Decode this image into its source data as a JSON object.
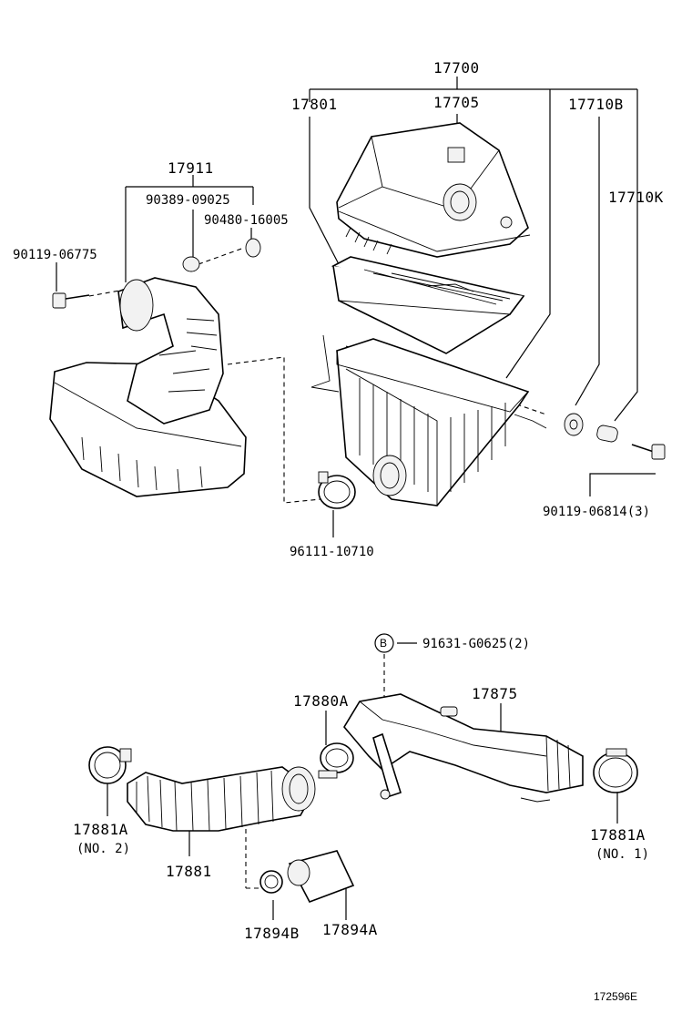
{
  "diagram_id": "172596E",
  "parts": {
    "p17700": "17700",
    "p17705": "17705",
    "p17801": "17801",
    "p17710B": "17710B",
    "p17710K": "17710K",
    "p17911": "17911",
    "p90389": "90389-09025",
    "p90480": "90480-16005",
    "p90119_06775": "90119-06775",
    "p90119_06814": "90119-06814(3)",
    "p96111": "96111-10710",
    "marker_b": "B",
    "p91631": "91631-G0625(2)",
    "p17880A": "17880A",
    "p17875": "17875",
    "p17881A_no2": "17881A",
    "no2": "(NO. 2)",
    "p17881": "17881",
    "p17881A_no1": "17881A",
    "no1": "(NO. 1)",
    "p17894B": "17894B",
    "p17894A": "17894A"
  }
}
